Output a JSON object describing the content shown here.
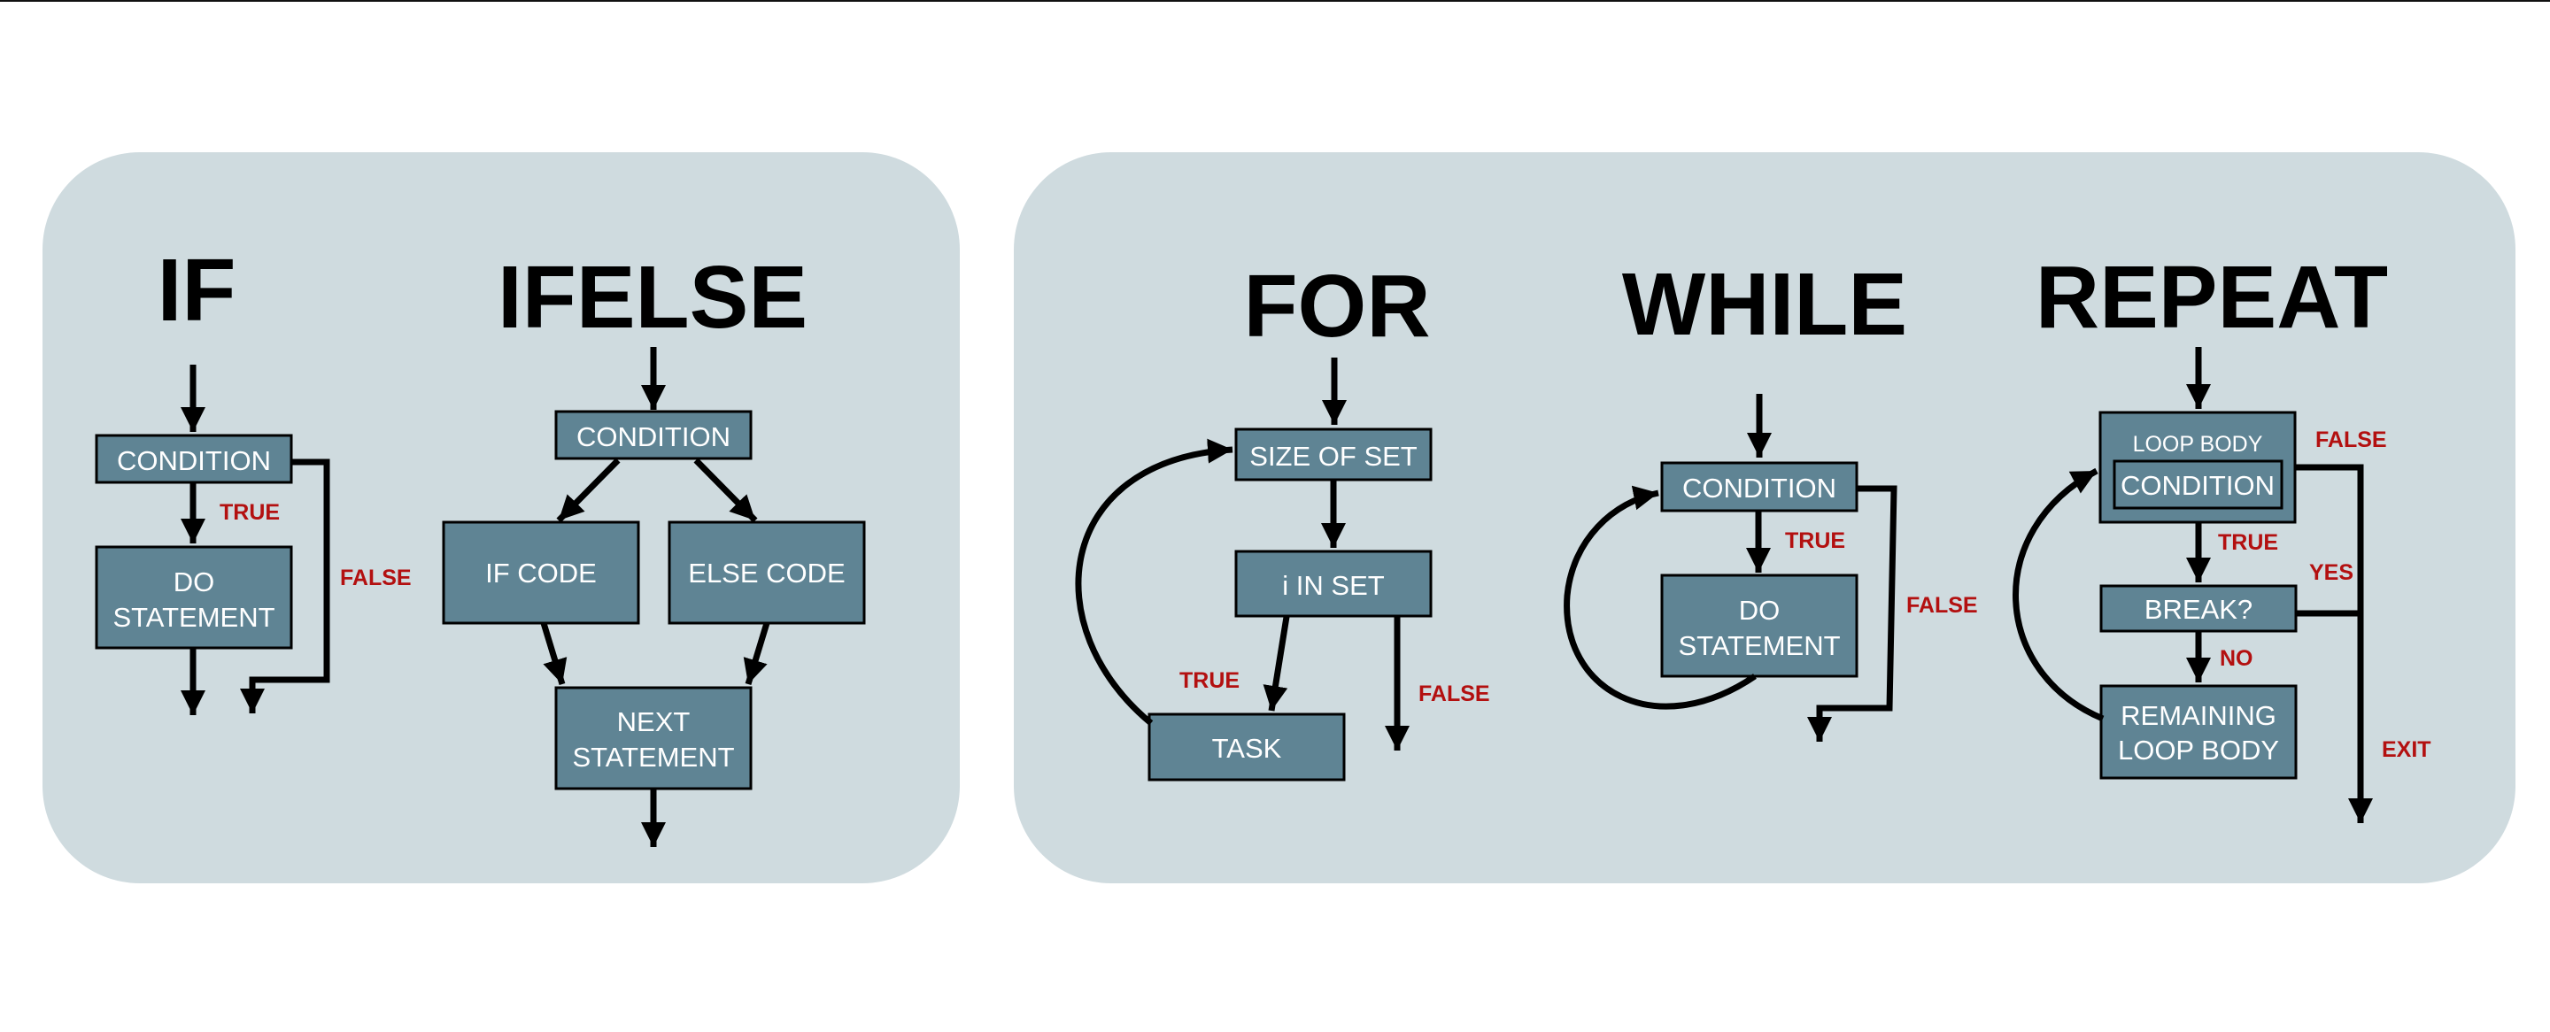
{
  "colors": {
    "panel": "#cfdbdf",
    "box": "#5f8494",
    "box_text": "#ffffff",
    "label": "#b31010",
    "line": "#000000"
  },
  "if": {
    "title": "IF",
    "condition": "CONDITION",
    "statement": [
      "DO",
      "STATEMENT"
    ],
    "true": "TRUE",
    "false": "FALSE"
  },
  "ifelse": {
    "title": "IFELSE",
    "condition": "CONDITION",
    "if_code": "IF CODE",
    "else_code": "ELSE CODE",
    "next": [
      "NEXT",
      "STATEMENT"
    ]
  },
  "for": {
    "title": "FOR",
    "size": "SIZE OF SET",
    "in_set": "i IN SET",
    "task": "TASK",
    "true": "TRUE",
    "false": "FALSE"
  },
  "while": {
    "title": "WHILE",
    "condition": "CONDITION",
    "statement": [
      "DO",
      "STATEMENT"
    ],
    "true": "TRUE",
    "false": "FALSE"
  },
  "repeat": {
    "title": "REPEAT",
    "loop_body": "LOOP BODY",
    "condition": "CONDITION",
    "break": "BREAK?",
    "remaining": [
      "REMAINING",
      "LOOP BODY"
    ],
    "false": "FALSE",
    "true": "TRUE",
    "yes": "YES",
    "no": "NO",
    "exit": "EXIT"
  }
}
